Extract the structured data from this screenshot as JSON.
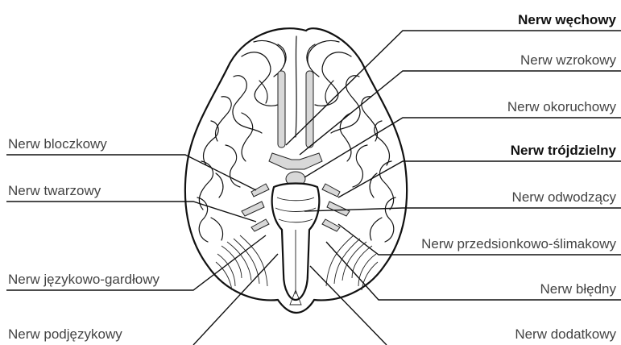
{
  "labels": {
    "nerw_wechowy": "Nerw węchowy",
    "nerw_wzrokowy": "Nerw wzrokowy",
    "nerw_okoruchowy": "Nerw okoruchowy",
    "nerw_trojdzielny": "Nerw trójdzielny",
    "nerw_odwodzacy": "Nerw odwodzący",
    "nerw_przedsionkowo_slimakowy": "Nerw przedsionkowo-ślimakowy",
    "nerw_bledny": "Nerw błędny",
    "nerw_dodatkowy": "Nerw dodatkowy",
    "nerw_bloczkowy": "Nerw bloczkowy",
    "nerw_twarzowy": "Nerw twarzowy",
    "nerw_jezykowo_gardlowy": "Nerw językowo-gardłowy",
    "nerw_podjezykowy": "Nerw podjęzykowy"
  },
  "colors": {
    "line": "#111111",
    "label": "#444444",
    "label_bold": "#111111",
    "nerve_fill": "#d8d8d8"
  }
}
